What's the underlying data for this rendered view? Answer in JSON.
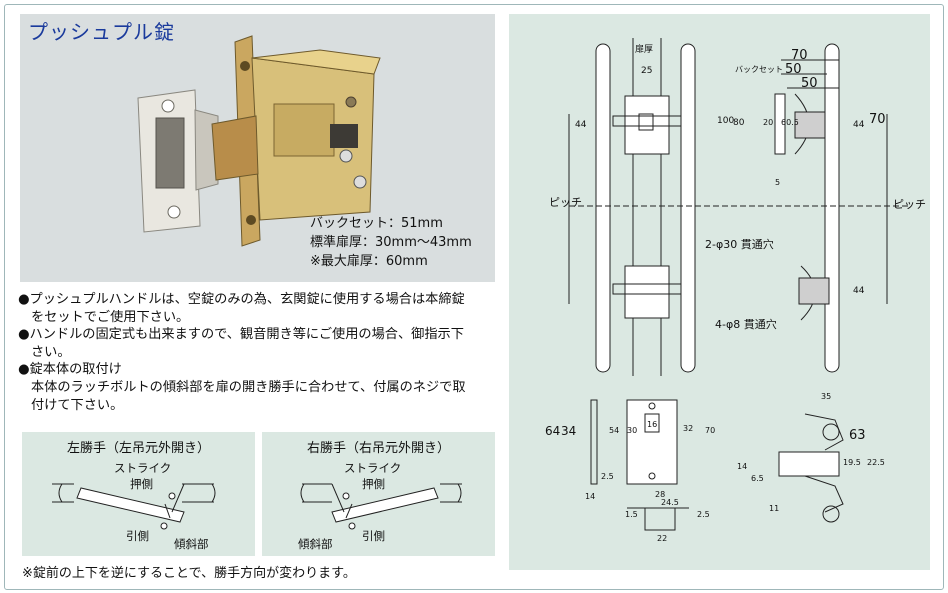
{
  "title": "プッシュプル錠",
  "specs": {
    "line1": "バックセット：51mm",
    "line2": "標準扉厚：30mm〜43mm",
    "line3": "※最大扉厚：60mm"
  },
  "notes": {
    "n1a": "●プッシュプルハンドルは、空錠のみの為、玄関錠に使用する場合は本締錠",
    "n1b": "をセットでご使用下さい。",
    "n2a": "●ハンドルの固定式も出来ますので、観音開き等にご使用の場合、御指示下",
    "n2b": "さい。",
    "n3": "●錠本体の取付け",
    "n3a": "本体のラッチボルトの傾斜部を扉の開き勝手に合わせて、付属のネジで取",
    "n3b": "付けて下さい。"
  },
  "hands": {
    "left": {
      "title": "左勝手（左吊元外開き）",
      "strike": "ストライク",
      "push": "押側",
      "pull": "引側",
      "bevel": "傾斜部"
    },
    "right": {
      "title": "右勝手（右吊元外開き）",
      "strike": "ストライク",
      "push": "押側",
      "pull": "引側",
      "bevel": "傾斜部"
    }
  },
  "footnote": "※錠前の上下を逆にすることで、勝手方向が変わります。",
  "drawing": {
    "door_thickness": "扉厚",
    "backset": "バックセット",
    "pitch": "ピッチ",
    "hole30": "2-φ30 貫通穴",
    "hole8": "4-φ8 貫通穴",
    "d70a": "70",
    "d50a": "50",
    "d50b": "50",
    "d25": "25",
    "d44a": "44",
    "d44b": "44",
    "d44c": "44",
    "d100": "100",
    "d80": "80",
    "d20": "20",
    "d605": "60.5",
    "d70b": "70",
    "d5": "5",
    "d64": "64",
    "d34": "34",
    "d54": "54",
    "d30": "30",
    "d16": "16",
    "d32": "32",
    "d70c": "70",
    "d25b": "2.5",
    "d14": "14",
    "d28": "28",
    "d15": "1.5",
    "d245": "24.5",
    "d25c": "2.5",
    "d22": "22",
    "d35": "35",
    "d63": "63",
    "d195": "19.5",
    "d225": "22.5",
    "d65": "6.5",
    "d14b": "14",
    "d11": "11"
  },
  "colors": {
    "accent": "#1a3a9c",
    "panel": "#dbe8e2",
    "photo_bg": "#d9dedf"
  }
}
